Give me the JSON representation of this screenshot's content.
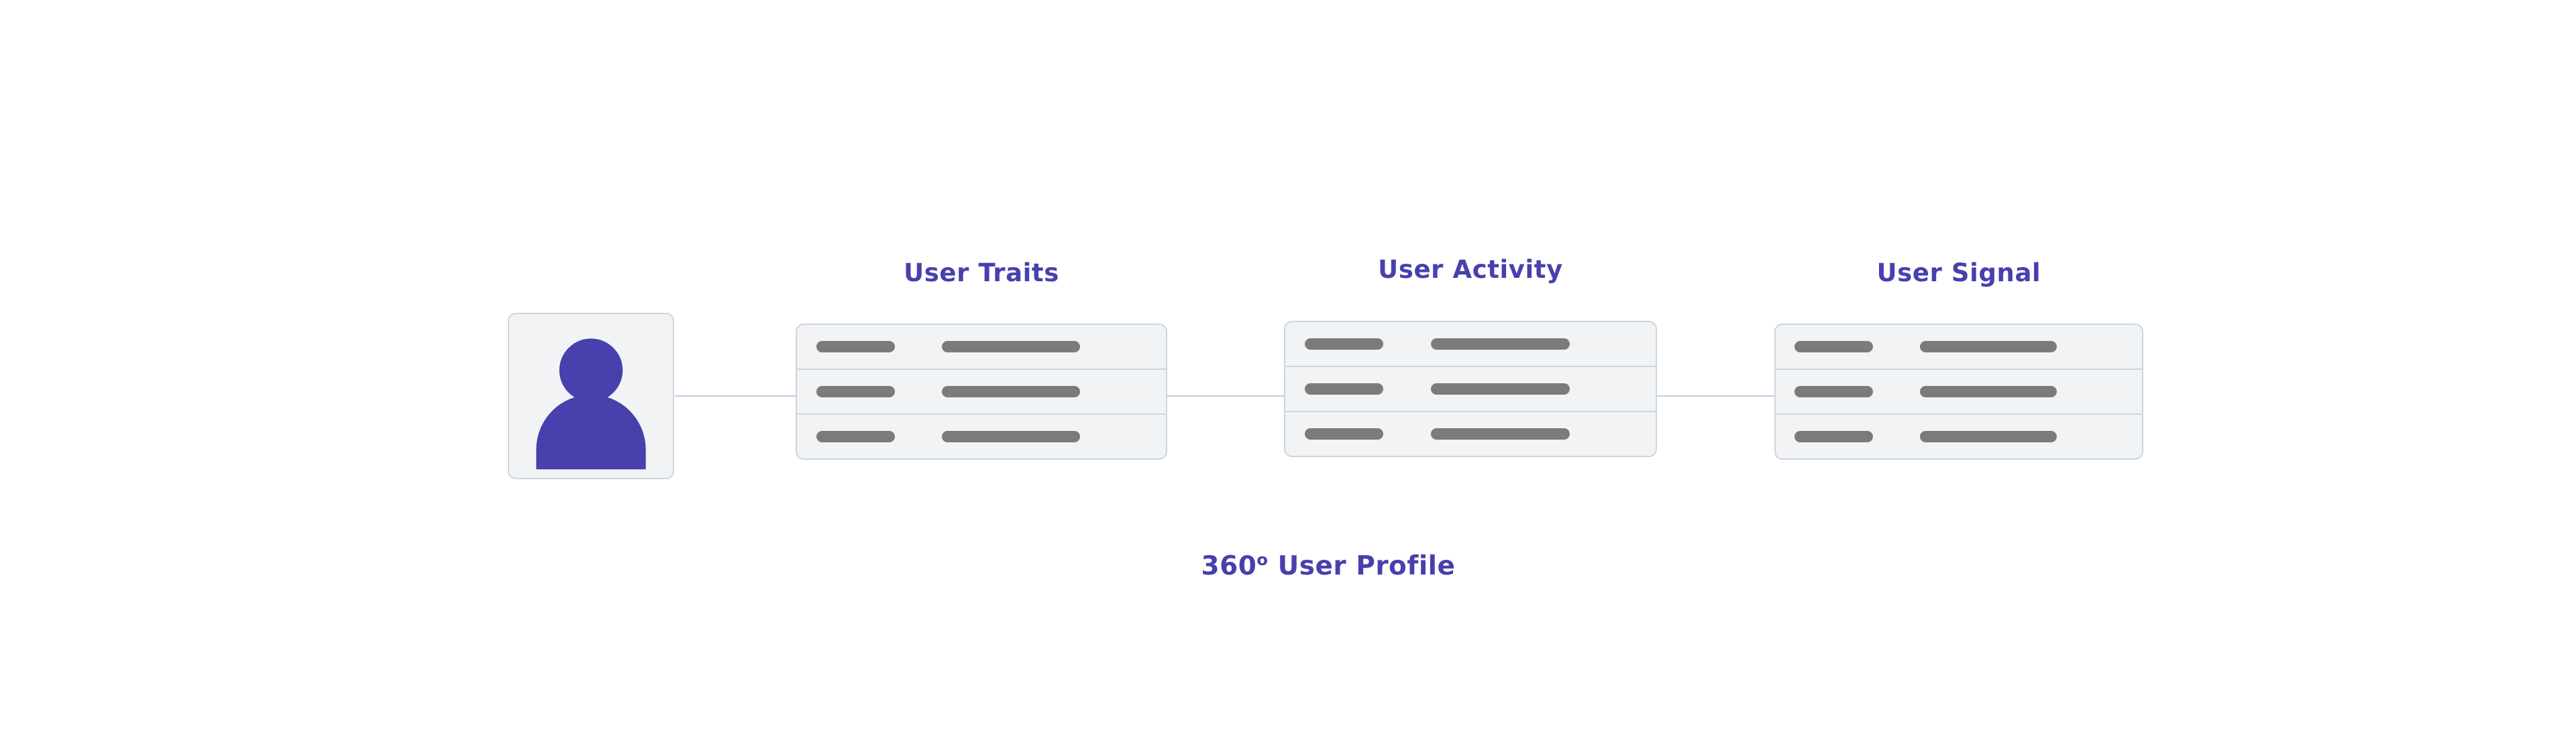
{
  "diagram": {
    "caption_prefix": "360",
    "caption_sup": "o",
    "caption_suffix": " User Profile",
    "accent_color": "#4740ad",
    "avatar_color": "#4740ad",
    "card_fill": "#f1f3f5",
    "card_border": "#ccd6e0",
    "bar_color": "#7b7b7b",
    "connector_color": "#c3cdd8",
    "avatar": {
      "icon": "user-avatar-icon"
    },
    "cards": [
      {
        "title": "User Traits",
        "rows": [
          {
            "left_bar": "",
            "right_bar": ""
          },
          {
            "left_bar": "",
            "right_bar": ""
          },
          {
            "left_bar": "",
            "right_bar": ""
          }
        ]
      },
      {
        "title": "User Activity",
        "rows": [
          {
            "left_bar": "",
            "right_bar": ""
          },
          {
            "left_bar": "",
            "right_bar": ""
          },
          {
            "left_bar": "",
            "right_bar": ""
          }
        ]
      },
      {
        "title": "User Signal",
        "rows": [
          {
            "left_bar": "",
            "right_bar": ""
          },
          {
            "left_bar": "",
            "right_bar": ""
          },
          {
            "left_bar": "",
            "right_bar": ""
          }
        ]
      }
    ]
  }
}
